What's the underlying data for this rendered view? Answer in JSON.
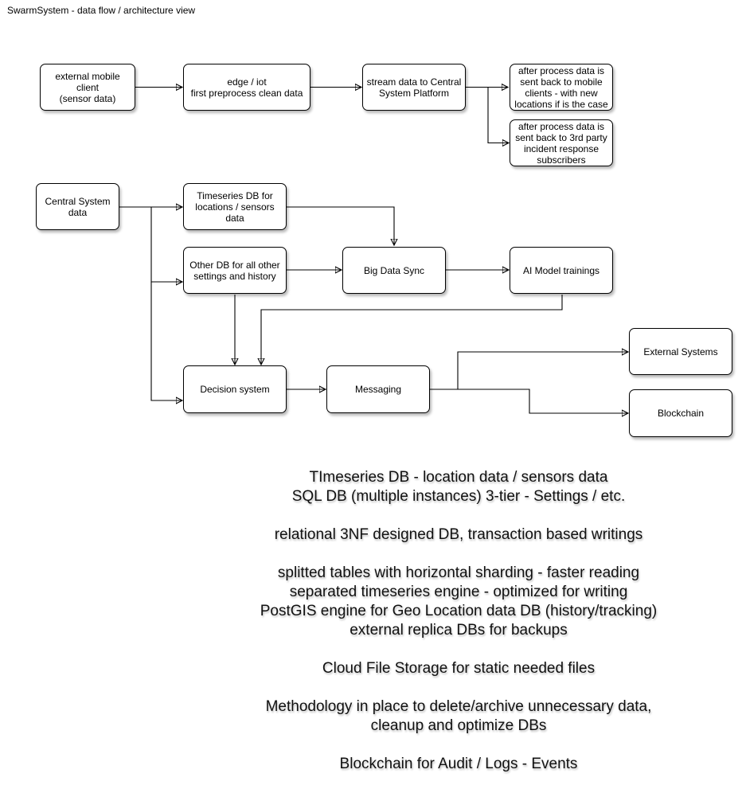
{
  "title": "SwarmSystem - data flow / architecture view",
  "nodes": {
    "mobile_client": "external mobile client\n(sensor data)",
    "edge_iot": "edge / iot\nfirst preprocess clean data",
    "stream_central": "stream data to Central\nSystem Platform",
    "back_mobile": "after process data is\nsent back to mobile\nclients - with new\nlocations if is the case",
    "back_3rd_party": "after process data is\nsent back to 3rd party\nincident response\nsubscribers",
    "central_data": "Central System\ndata",
    "timeseries_db": "Timeseries DB for\nlocations / sensors data",
    "other_db": "Other DB for all other\nsettings and history",
    "big_data_sync": "Big Data Sync",
    "ai_training": "AI Model trainings",
    "decision_system": "Decision system",
    "messaging": "Messaging",
    "external_systems": "External Systems",
    "blockchain": "Blockchain"
  },
  "notes": [
    "TImeseries DB - location data / sensors data",
    "SQL DB (multiple instances) 3-tier - Settings / etc.",
    "",
    "relational 3NF designed DB, transaction based writings",
    "",
    "splitted tables with horizontal sharding - faster reading",
    "separated timeseries engine - optimized for writing",
    "PostGIS engine for Geo Location data DB (history/tracking)",
    "external replica DBs for backups",
    "",
    "Cloud File Storage for static needed files",
    "",
    "Methodology in place to delete/archive unnecessary data,",
    "cleanup and optimize DBs",
    "",
    "Blockchain for Audit / Logs - Events"
  ]
}
